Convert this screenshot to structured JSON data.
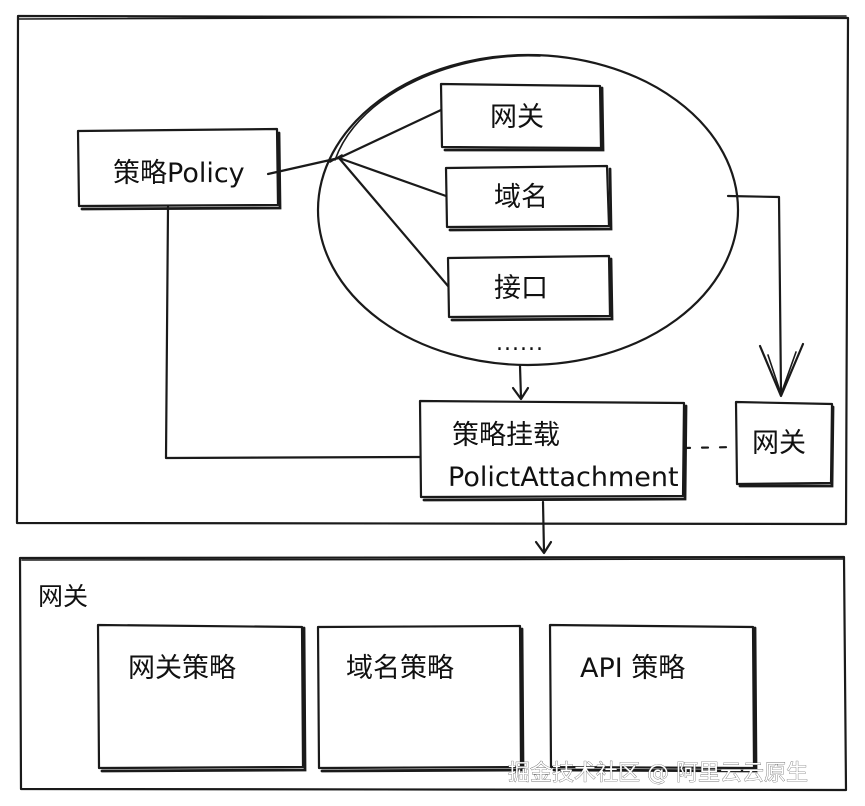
{
  "policy_box": {
    "label": "策略Policy"
  },
  "targets": [
    {
      "id": "gateway",
      "label": "网关"
    },
    {
      "id": "domain",
      "label": "域名"
    },
    {
      "id": "api",
      "label": "接口"
    }
  ],
  "ellipsis": "......",
  "attachment": {
    "line1": "策略挂载",
    "line2": "PolictAttachment"
  },
  "side_gateway": {
    "label": "网关"
  },
  "bottom_panel": {
    "title": "网关",
    "cards": [
      {
        "label": "网关策略"
      },
      {
        "label": "域名策略"
      },
      {
        "label": "API 策略"
      }
    ]
  },
  "watermark": "掘金技术社区 @ 阿里云云原生"
}
